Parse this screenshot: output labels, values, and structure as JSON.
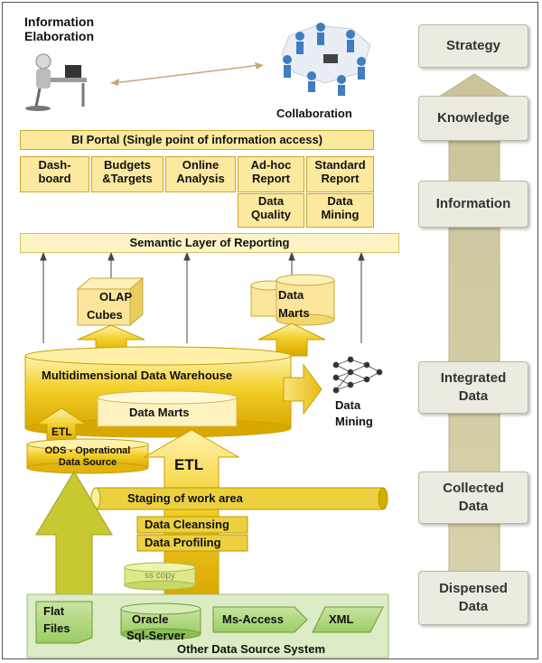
{
  "top": {
    "information_elaboration_1": "Information",
    "information_elaboration_2": "Elaboration",
    "collaboration": "Collaboration"
  },
  "bi_portal": {
    "title": "BI Portal (Single point of information access)",
    "modules": [
      {
        "line1": "Dash-",
        "line2": "board"
      },
      {
        "line1": "Budgets",
        "line2": "&Targets"
      },
      {
        "line1": "Online",
        "line2": "Analysis"
      },
      {
        "line1": "Ad-hoc",
        "line2": "Report"
      },
      {
        "line1": "Standard",
        "line2": "Report"
      },
      {
        "line1": "Data",
        "line2": "Quality"
      },
      {
        "line1": "Data",
        "line2": "Mining"
      }
    ]
  },
  "semantic_layer": "Semantic Layer of Reporting",
  "olap": {
    "line1": "OLAP",
    "line2": "Cubes"
  },
  "data_marts_top": {
    "line1": "Data",
    "line2": "Marts"
  },
  "warehouse": {
    "title": "Multidimensional Data Warehouse",
    "data_marts": "Data Marts"
  },
  "data_mining": {
    "line1": "Data",
    "line2": "Mining"
  },
  "etl_small": "ETL",
  "ods": {
    "line1": "ODS - Operational",
    "line2": "Data Source"
  },
  "etl_big": "ETL",
  "staging": "Staging of work area",
  "data_cleansing": "Data Cleansing",
  "data_profiling": "Data Profiling",
  "ss_copy": "ss copy",
  "sources": {
    "flat_files_1": "Flat",
    "flat_files_2": "Files",
    "oracle_1": "Oracle",
    "oracle_2": "Sql-Server",
    "ms_access": "Ms-Access",
    "xml": "XML",
    "other": "Other Data Source System"
  },
  "pyramid_steps": [
    {
      "line1": "Strategy",
      "line2": ""
    },
    {
      "line1": "Knowledge",
      "line2": ""
    },
    {
      "line1": "Information",
      "line2": ""
    },
    {
      "line1": "Integrated",
      "line2": "Data"
    },
    {
      "line1": "Collected",
      "line2": "Data"
    },
    {
      "line1": "Dispensed",
      "line2": "Data"
    }
  ],
  "colors": {
    "accent_yellow": "#f0c820",
    "light_yellow": "#fbe9a0",
    "green": "#b7d98a",
    "right_arrow": "#cfc9a3"
  }
}
